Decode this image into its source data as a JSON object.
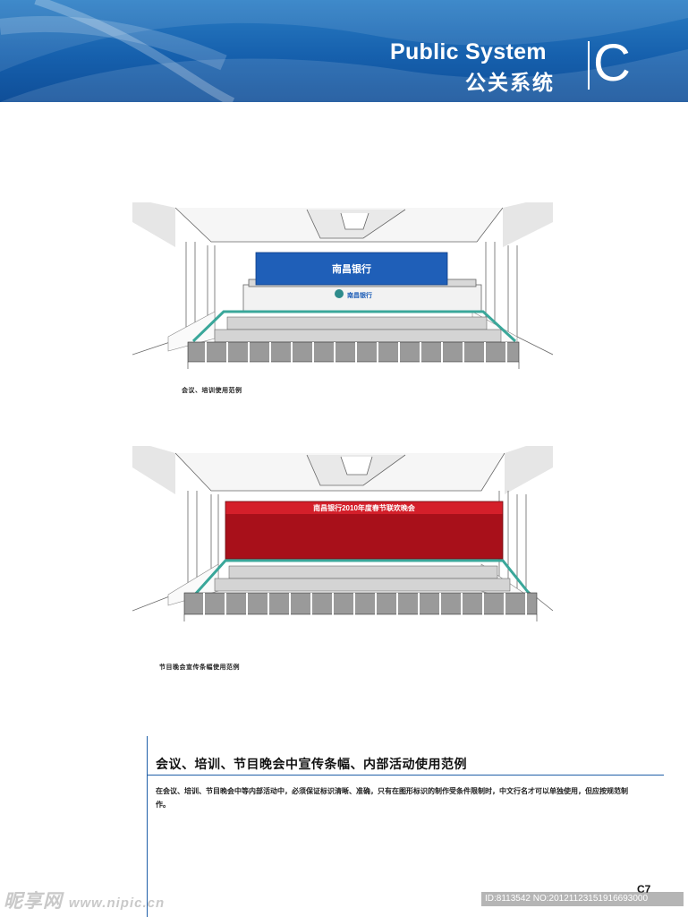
{
  "header": {
    "title_en": "Public System",
    "title_cn": "公关系统",
    "section_letter": "C"
  },
  "scene1": {
    "banner_text": "南昌银行",
    "logo_text": "南昌银行",
    "caption": "会议、培训使用范例"
  },
  "scene2": {
    "banner_text": "南昌银行2010年度春节联欢晚会",
    "caption": "节目晚会宣传条幅使用范例"
  },
  "section": {
    "title": "会议、培训、节目晚会中宣传条幅、内部活动使用范例",
    "body": "在会议、培训、节目晚会中等内部活动中，必须保证标识清晰、准确，只有在图形标识的制作受条件限制时，中文行名才可以单独使用，但应按规范制作。"
  },
  "footer": {
    "page_number": "C7",
    "watermark_left": "昵享网",
    "watermark_url": "www.nipic.cn",
    "watermark_id": "ID:8113542 NO:20121123151916693000"
  },
  "colors": {
    "header_blue": "#1660ad",
    "banner_blue": "#1f5fb8",
    "banner_red": "#b1121b",
    "stage_teal": "#3aa79a",
    "rule_blue": "#1f5fa8"
  }
}
